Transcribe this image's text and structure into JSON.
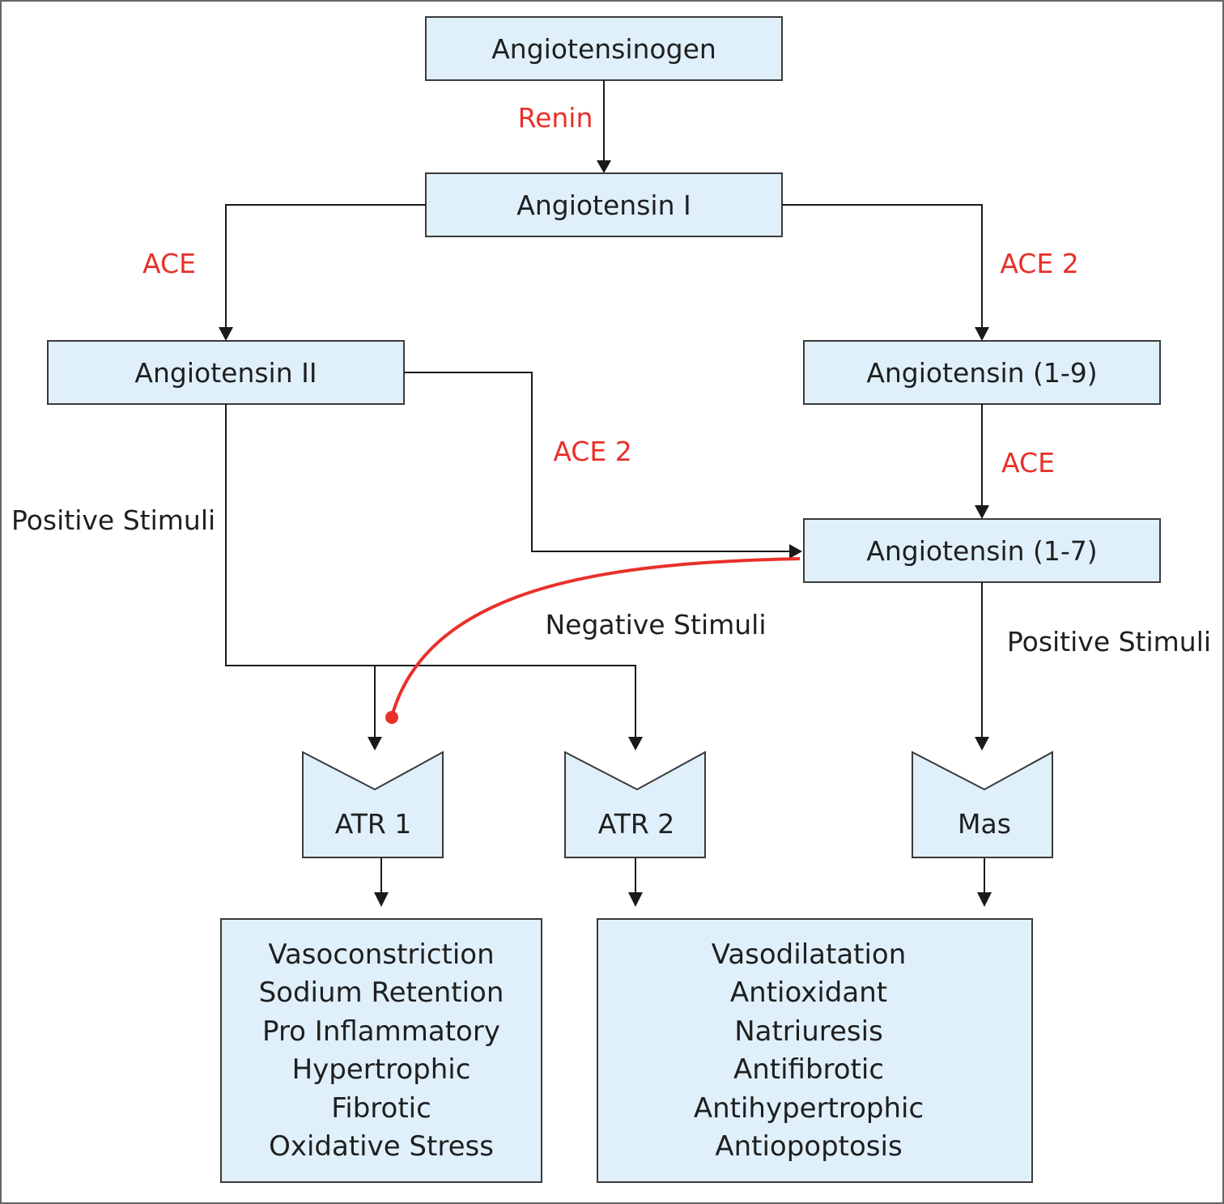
{
  "nodes": {
    "angiotensinogen": "Angiotensinogen",
    "angiotensin_i": "Angiotensin I",
    "angiotensin_ii": "Angiotensin II",
    "angiotensin_1_9": "Angiotensin (1-9)",
    "angiotensin_1_7": "Angiotensin (1-7)"
  },
  "enzymes": {
    "renin": "Renin",
    "ace_left": "ACE",
    "ace2_right": "ACE 2",
    "ace2_middle": "ACE 2",
    "ace_right": "ACE"
  },
  "stimuli": {
    "positive_left": "Positive Stimuli",
    "negative": "Negative Stimuli",
    "positive_right": "Positive Stimuli"
  },
  "receptors": {
    "atr1": "ATR 1",
    "atr2": "ATR 2",
    "mas": "Mas"
  },
  "effects_left": [
    "Vasoconstriction",
    "Sodium Retention",
    "Pro Inflammatory",
    "Hypertrophic",
    "Fibrotic",
    "Oxidative Stress"
  ],
  "effects_right": [
    "Vasodilatation",
    "Antioxidant",
    "Natriuresis",
    "Antifibrotic",
    "Antihypertrophic",
    "Antiopoptosis"
  ],
  "colors": {
    "box_fill": "#dff0fb",
    "enzyme_red": "#e8302a",
    "line": "#1a1a1a"
  }
}
